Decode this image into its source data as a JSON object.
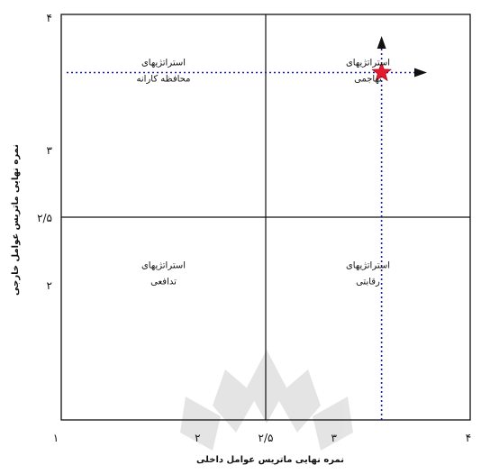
{
  "chart_data": {
    "type": "scatter",
    "xlabel": "نمره نهایی ماتریس عوامل داخلی",
    "ylabel": "نمره نهایی ماتریس عوامل خارجی",
    "xlim": [
      1,
      4
    ],
    "ylim": [
      1,
      4
    ],
    "x_ticks": [
      {
        "value": 1,
        "label": "۱"
      },
      {
        "value": 2,
        "label": "۲"
      },
      {
        "value": 2.5,
        "label": "۲/۵"
      },
      {
        "value": 3,
        "label": "۳"
      },
      {
        "value": 4,
        "label": "۴"
      }
    ],
    "y_ticks": [
      {
        "value": 2,
        "label": "۲"
      },
      {
        "value": 2.5,
        "label": "۲/۵"
      },
      {
        "value": 3,
        "label": "۳"
      },
      {
        "value": 4,
        "label": "۴"
      }
    ],
    "divider": {
      "x": 2.5,
      "y": 2.5
    },
    "quadrants": [
      {
        "id": "conservative",
        "x": 1.75,
        "y": 3.25,
        "line1": "استراتژیهای",
        "line2": "محافظه کارانه"
      },
      {
        "id": "aggressive",
        "x": 3.25,
        "y": 3.25,
        "line1": "استراتژیهای",
        "line2": "تهاجمی"
      },
      {
        "id": "defensive",
        "x": 1.75,
        "y": 1.75,
        "line1": "استراتژیهای",
        "line2": "تدافعی"
      },
      {
        "id": "competitive",
        "x": 3.25,
        "y": 1.75,
        "line1": "استراتژیهای",
        "line2": "رقابتی"
      }
    ],
    "point": {
      "x": 3.35,
      "y": 3.57
    },
    "point_color": "#e8192c",
    "guide_color": "#1a1aa6",
    "grid": false
  }
}
